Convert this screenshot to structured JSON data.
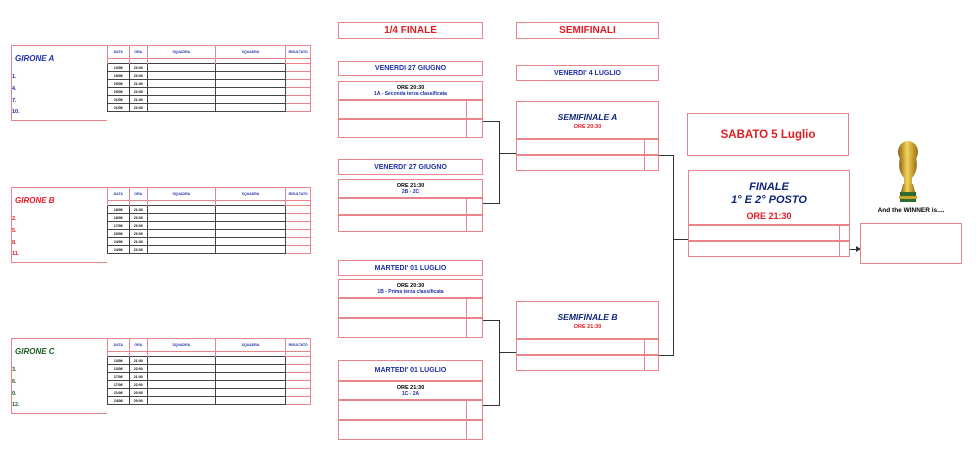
{
  "table_headers": [
    "DATA",
    "ORA",
    "SQUADRA",
    "SQUADRA",
    "RISULTATO"
  ],
  "groups": [
    {
      "name": "GIRONE A",
      "color": "#1f2fa8",
      "seeds": [
        "1.",
        "4.",
        "7.",
        "10."
      ],
      "rows": [
        [
          "13/06",
          "20:00"
        ],
        [
          "16/06",
          "20:00"
        ],
        [
          "20/06",
          "21:00"
        ],
        [
          "20/06",
          "22:00"
        ],
        [
          "21/06",
          "21:00"
        ],
        [
          "21/06",
          "22:00"
        ]
      ]
    },
    {
      "name": "GIRONE B",
      "color": "#e11b22",
      "seeds": [
        "2.",
        "5.",
        "8.",
        "11."
      ],
      "rows": [
        [
          "16/06",
          "21:00"
        ],
        [
          "16/06",
          "22:00"
        ],
        [
          "17/06",
          "20:00"
        ],
        [
          "20/06",
          "20:00"
        ],
        [
          "24/06",
          "21:00"
        ],
        [
          "24/06",
          "22:00"
        ]
      ]
    },
    {
      "name": "GIRONE C",
      "color": "#1b5e20",
      "seeds": [
        "3.",
        "6.",
        "9.",
        "12."
      ],
      "rows": [
        [
          "13/06",
          "21:00"
        ],
        [
          "13/06",
          "22:00"
        ],
        [
          "17/06",
          "21:00"
        ],
        [
          "17/06",
          "22:00"
        ],
        [
          "21/06",
          "20:00"
        ],
        [
          "24/06",
          "20:00"
        ]
      ]
    }
  ],
  "quarter": {
    "title": "1/4 FINALE",
    "matches": [
      {
        "date": "VENERDI 27 GIUGNO",
        "time": "ORE  20:30",
        "teams": "1A - Seconda terza classificata"
      },
      {
        "date": "VENERDI' 27 GIUGNO",
        "time": "ORE  21:30",
        "teams": "2B - 2C"
      },
      {
        "date": "MARTEDI' 01 LUGLIO",
        "time": "ORE  20:30",
        "teams": "1B - Prima terza classificata"
      },
      {
        "date": "MARTEDI' 01 LUGLIO",
        "time": "ORE  21:30",
        "teams": "1C - 2A"
      }
    ]
  },
  "semi": {
    "title": "SEMIFINALI",
    "date": "VENERDI'  4  LUGLIO",
    "matches": [
      {
        "name": "SEMIFINALE   A",
        "time": "ORE  20:30"
      },
      {
        "name": "SEMIFINALE   B",
        "time": "ORE  21:30"
      }
    ]
  },
  "final": {
    "date": "SABATO  5 Luglio",
    "title1": "FINALE",
    "title2": "1° E 2° POSTO",
    "time": "ORE  21:30"
  },
  "winner": {
    "label": "And the WINNER is...."
  },
  "colors": {
    "accent_red": "#e11b22",
    "accent_blue": "#1f2fa8",
    "navy": "#0f2478",
    "border_pink": "#e8848c"
  }
}
